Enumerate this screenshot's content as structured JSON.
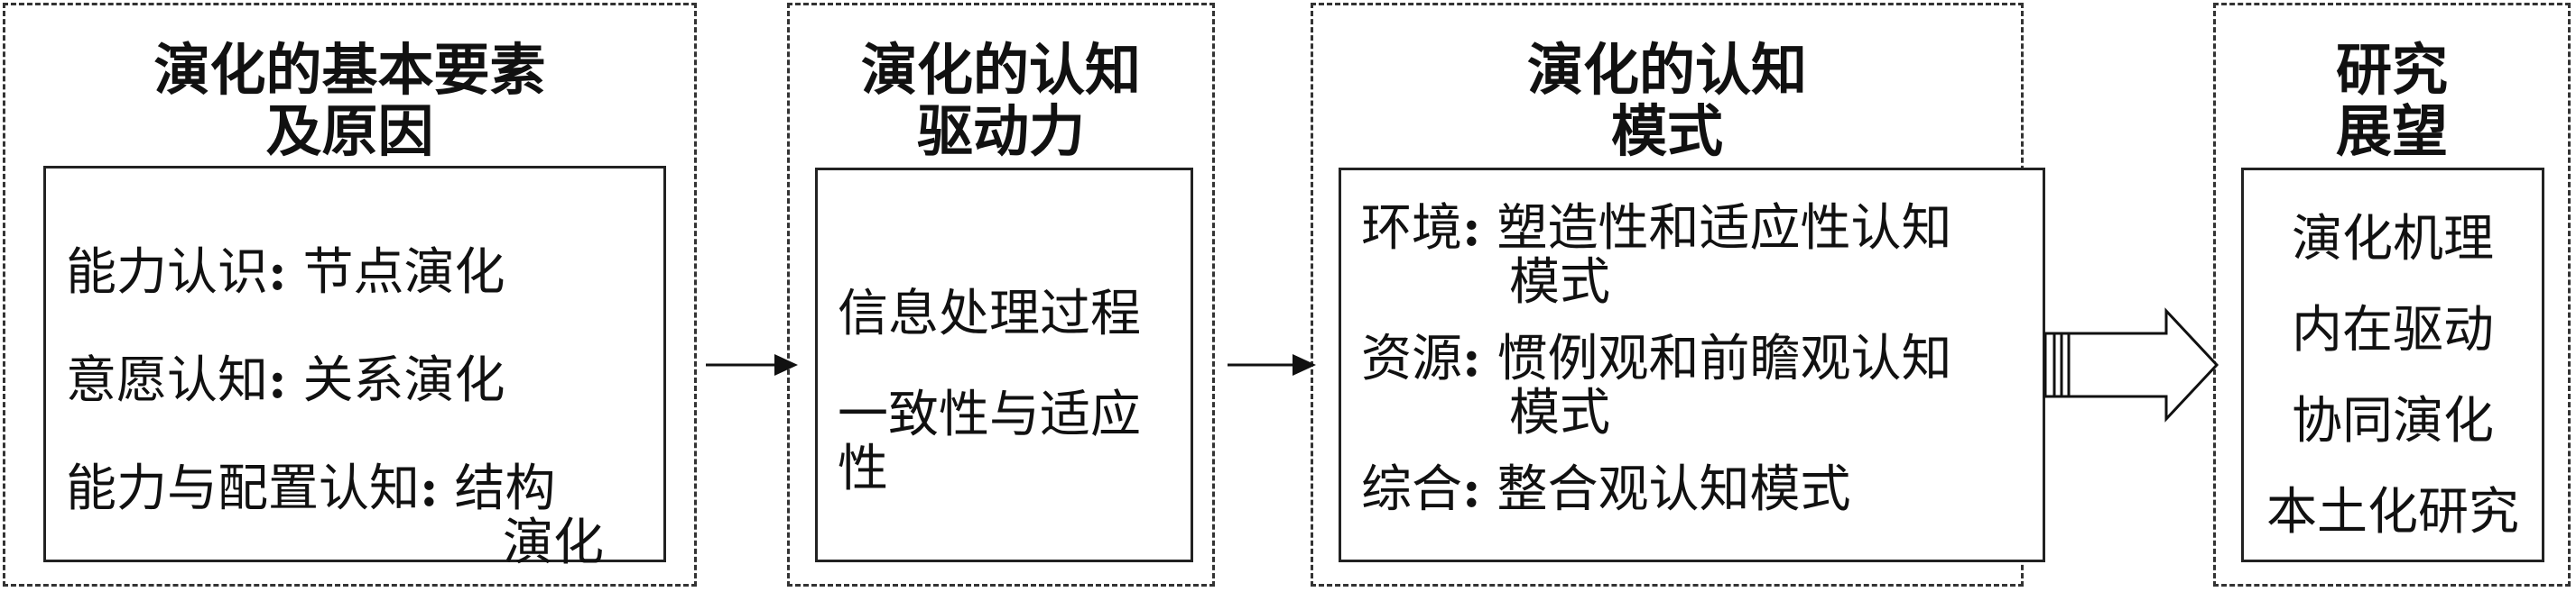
{
  "panel1": {
    "title": [
      "演化的基本要素",
      "及原因"
    ],
    "items": [
      {
        "label": "能力认识",
        "sep": ":",
        "text": "节点演化",
        "cont": ""
      },
      {
        "label": "意愿认知",
        "sep": ":",
        "text": "关系演化",
        "cont": ""
      },
      {
        "label": "能力与配置认知",
        "sep": ":",
        "text": "结构",
        "cont": "演化"
      }
    ]
  },
  "panel2": {
    "title": [
      "演化的认知",
      "驱动力"
    ],
    "items": [
      "信息处理过程",
      "一致性与适应",
      "性"
    ]
  },
  "panel3": {
    "title": [
      "演化的认知",
      "模式"
    ],
    "items": [
      {
        "label": "环境",
        "sep": ":",
        "text": "塑造性和适应性认知",
        "cont": "模式"
      },
      {
        "label": "资源",
        "sep": ":",
        "text": "惯例观和前瞻观认知",
        "cont": "模式"
      },
      {
        "label": "综合",
        "sep": ":",
        "text": "整合观认知模式",
        "cont": ""
      }
    ]
  },
  "panel4": {
    "title": [
      "研究",
      "展望"
    ],
    "items": [
      "演化机理",
      "内在驱动",
      "协同演化",
      "本土化研究"
    ]
  }
}
